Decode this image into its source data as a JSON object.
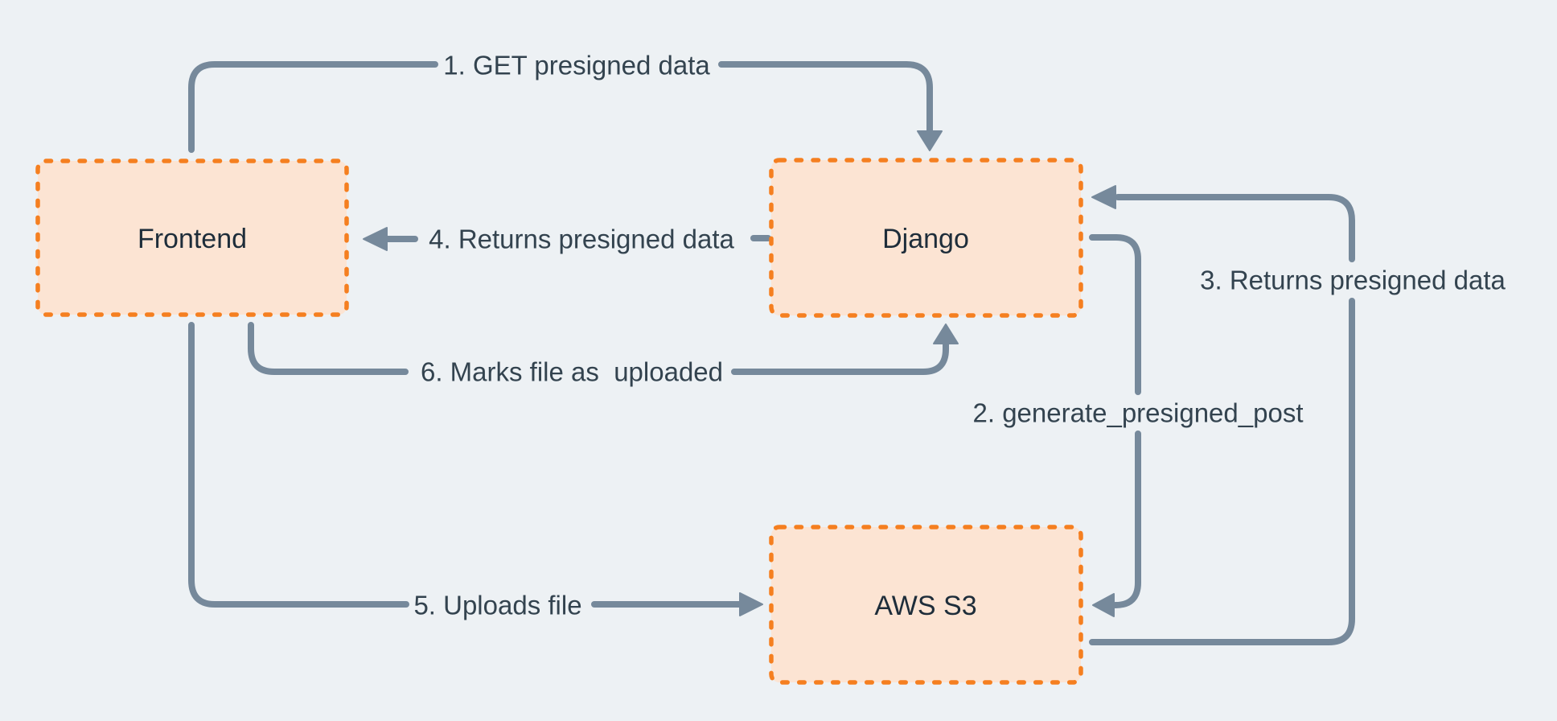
{
  "diagram": {
    "type": "flow-diagram",
    "background_color": "#edf1f4",
    "colors": {
      "node_fill": "#fce4d3",
      "node_border": "#f57f20",
      "arrow": "#76899b",
      "edge_label_text": "#33434f",
      "node_label_text": "#1e2d3a"
    },
    "nodes": [
      {
        "id": "frontend",
        "label": "Frontend"
      },
      {
        "id": "django",
        "label": "Django"
      },
      {
        "id": "aws_s3",
        "label": "AWS S3"
      }
    ],
    "edges": [
      {
        "id": "1",
        "label": "1. GET presigned data",
        "from": "Frontend",
        "to": "Django"
      },
      {
        "id": "2",
        "label": "2. generate_presigned_post",
        "from": "Django",
        "to": "AWS S3"
      },
      {
        "id": "3",
        "label": "3. Returns presigned data",
        "from": "AWS S3",
        "to": "Django"
      },
      {
        "id": "4",
        "label": "4. Returns presigned data",
        "from": "Django",
        "to": "Frontend"
      },
      {
        "id": "5",
        "label": "5. Uploads file",
        "from": "Frontend",
        "to": "AWS S3"
      },
      {
        "id": "6",
        "label": "6. Marks file as  uploaded",
        "from": "Frontend",
        "to": "Django"
      }
    ]
  }
}
